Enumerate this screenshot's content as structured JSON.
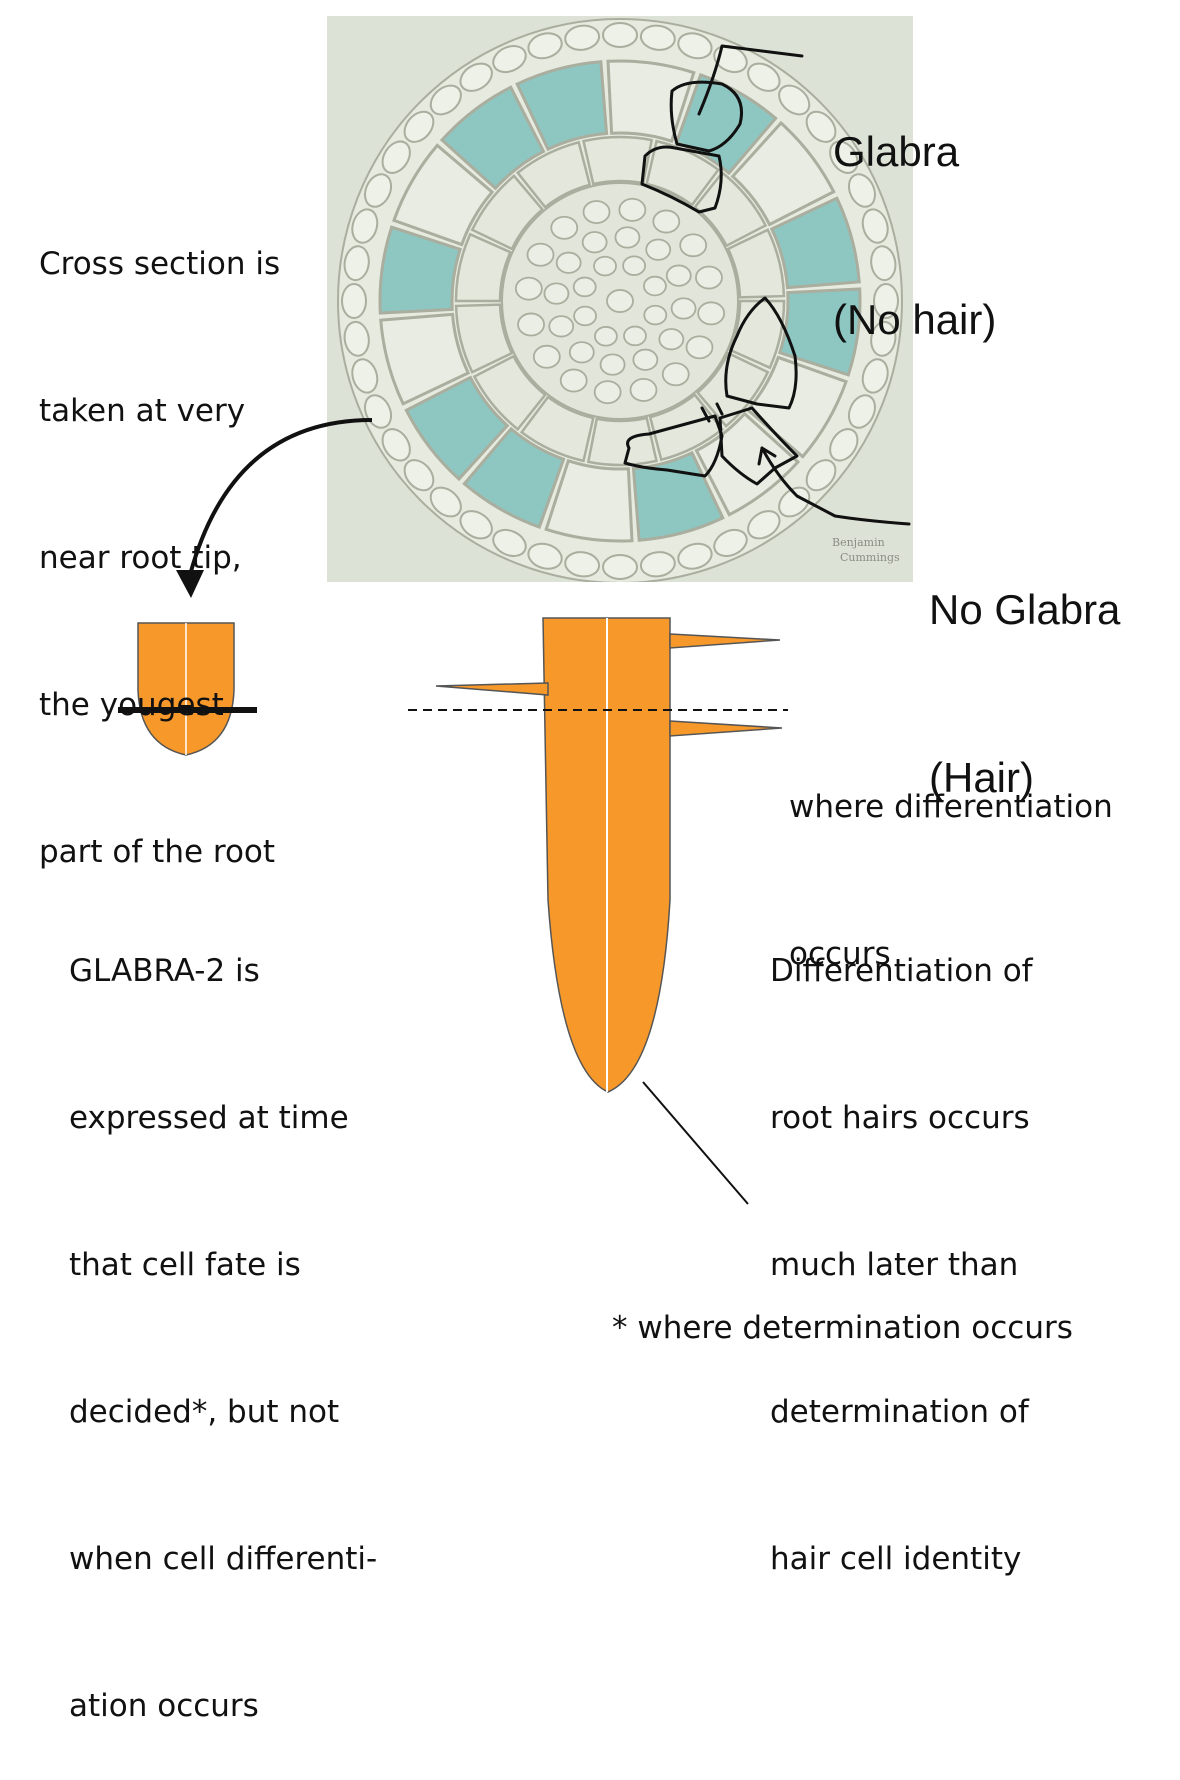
{
  "labels": {
    "glabra": [
      "Glabra",
      "(No hair)"
    ],
    "no_glabra": [
      "No Glabra",
      "(Hair)"
    ],
    "cross_section": [
      "Cross section is",
      "taken at very",
      "near root tip,",
      "the yougest",
      "part of the root"
    ],
    "differentiation": [
      "where differentiation",
      "occurs"
    ],
    "glabra2_note": [
      "GLABRA-2 is",
      "expressed at time",
      "that cell fate is",
      "decided*, but not",
      "when cell differenti-",
      "ation occurs"
    ],
    "root_hairs_note": [
      "Differentiation of",
      "root hairs occurs",
      "much later than",
      "determination of",
      "hair cell identity"
    ],
    "determination": "* where determination occurs",
    "watermark": [
      "Benjamin",
      "Cummings"
    ]
  },
  "colors": {
    "root_orange": "#f7982a",
    "root_outline": "#555555",
    "stain_blue": "#8ec7c2",
    "micro_bg": "#dde2d6",
    "cell_wall": "#a9ae9e",
    "ink": "#111111"
  }
}
